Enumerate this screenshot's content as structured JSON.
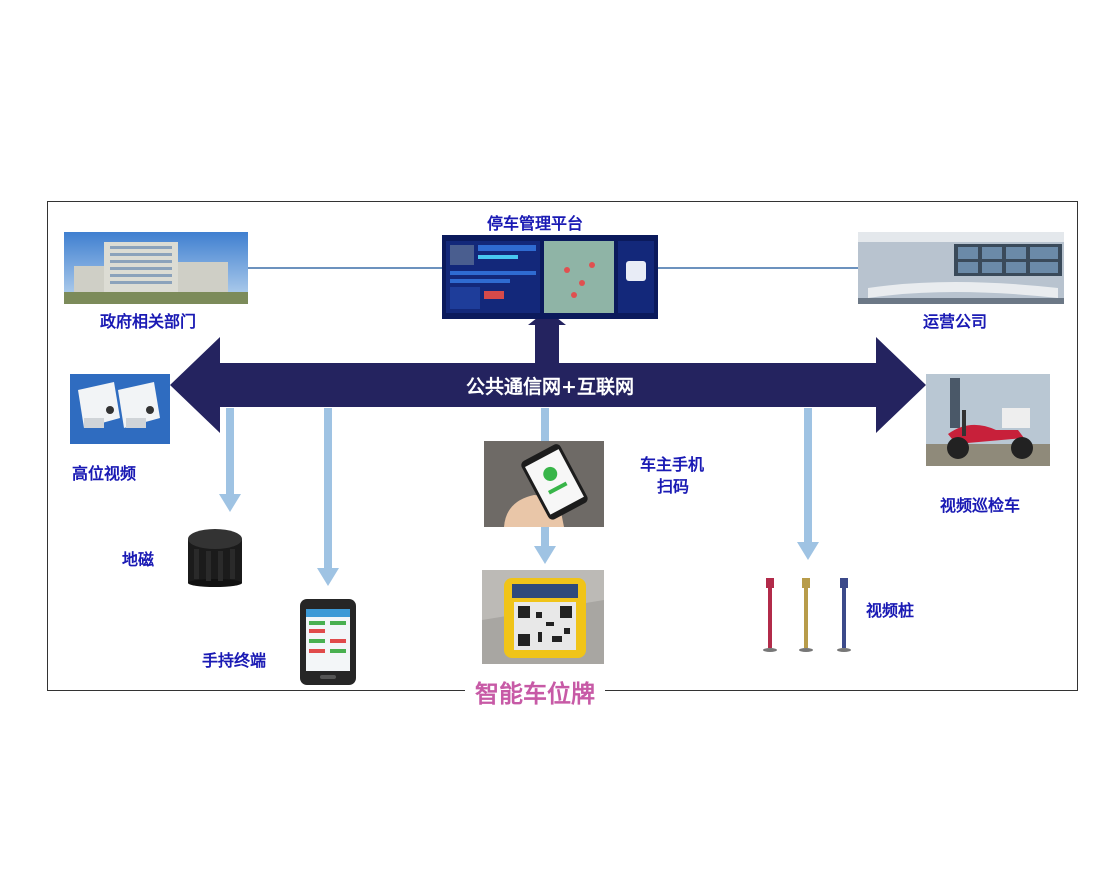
{
  "labels": {
    "platform": "停车管理平台",
    "gov": "政府相关部门",
    "operator": "运营公司",
    "network": "公共通信网+互联网",
    "high_video": "高位视频",
    "patrol_car": "视频巡检车",
    "owner_scan_line1": "车主手机",
    "owner_scan_line2": "扫码",
    "geomagnetic": "地磁",
    "handheld": "手持终端",
    "video_pile": "视频桩",
    "smart_plate": "智能车位牌"
  },
  "colors": {
    "bus": "#24235f",
    "down_arrow": "#9fc3e3",
    "label": "#1a1ab4",
    "title": "#c75aa6",
    "link_line": "#3b6fa8"
  },
  "icons": [
    "building-icon",
    "control-room-icon",
    "dashboard-screen-icon",
    "camera-icon",
    "scooter-icon",
    "phone-hand-icon",
    "geomagnetic-sensor-icon",
    "handheld-terminal-icon",
    "parking-plate-icon",
    "video-pile-icon"
  ]
}
